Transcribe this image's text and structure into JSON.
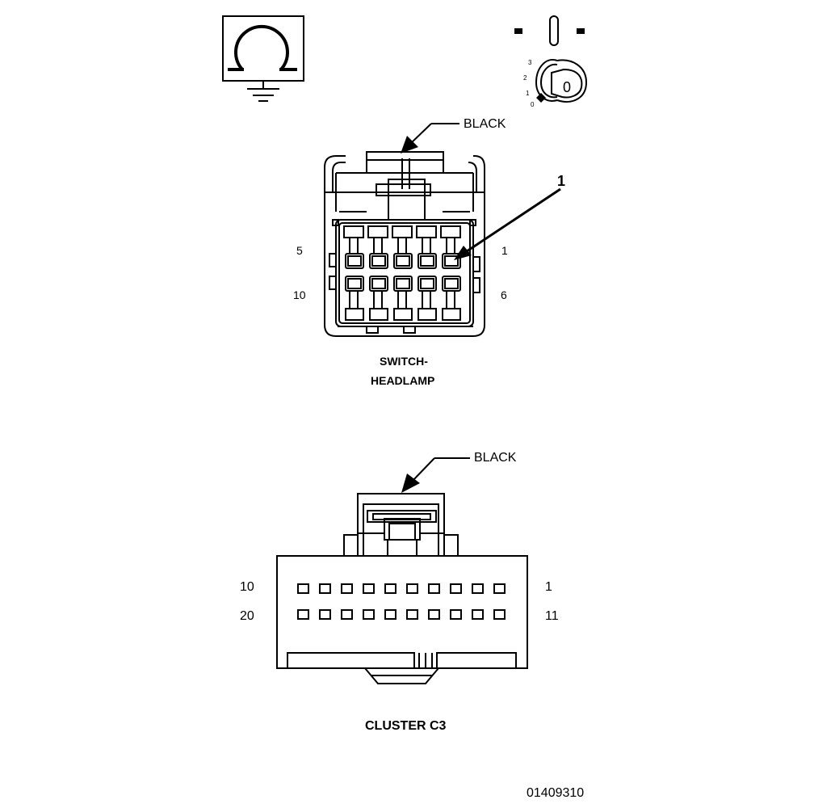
{
  "symbols": {
    "ground_icon": "ground-symbol",
    "ignition_icon": "ignition-key-switch",
    "ignition_positions": [
      "3",
      "2",
      "1",
      "0"
    ],
    "key_label": "0"
  },
  "headlamp_switch": {
    "color_label": "BLACK",
    "callout_number": "1",
    "pin_labels": {
      "top_left": "5",
      "top_right": "1",
      "bottom_left": "10",
      "bottom_right": "6"
    },
    "title_line1": "SWITCH-",
    "title_line2": "HEADLAMP"
  },
  "cluster_c3": {
    "color_label": "BLACK",
    "pin_labels": {
      "top_left": "10",
      "top_right": "1",
      "bottom_left": "20",
      "bottom_right": "11"
    },
    "title": "CLUSTER C3"
  },
  "figure_number": "01409310"
}
